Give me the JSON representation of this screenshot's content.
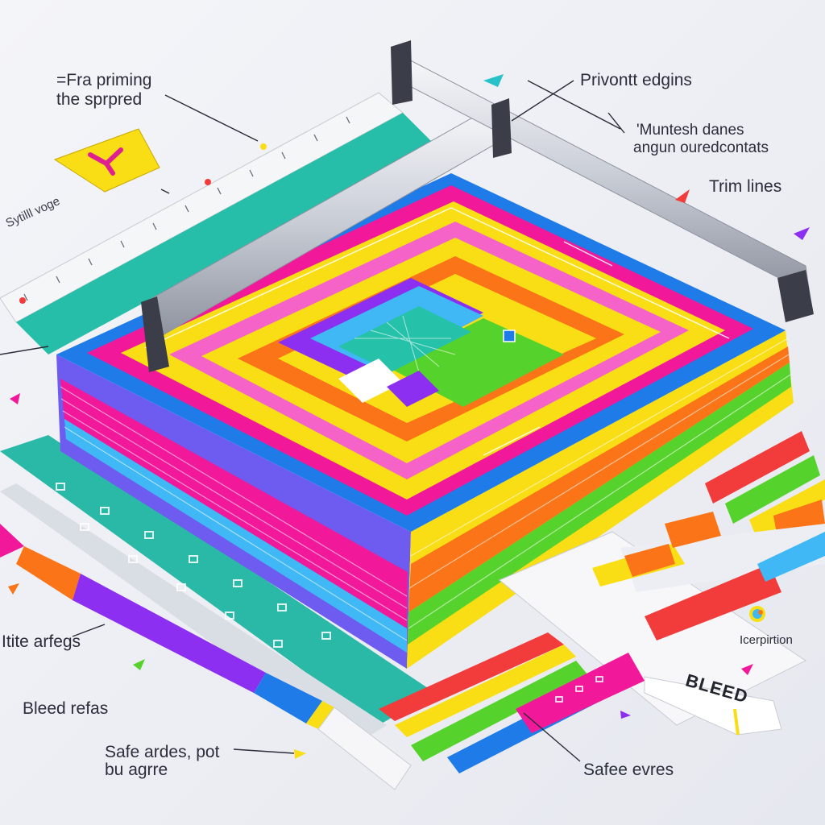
{
  "labels": {
    "top_left_line1": "=Fra priming",
    "top_left_line2": "the sprpred",
    "top_center": "Privontt edgins",
    "top_right_line1": "'Muntesh danes",
    "top_right_line2": "angun ouredcontats",
    "trim_lines": "Trim lines",
    "left_ruler_tag": "Sytilll voge",
    "left_mid": "Itite arfegs",
    "bleed_left": "Bleed refas",
    "safe_left_line1": "Safe ardes, pot",
    "safe_left_line2": "bu agrre",
    "safe_bottom": "Safee evres",
    "legend_right": "Icerpirtion",
    "bleed_badge": "BLEED"
  },
  "colors": {
    "blue": "#1f7be8",
    "magenta": "#f2189a",
    "pink": "#f562c8",
    "yellow": "#f9de16",
    "orange": "#fb7418",
    "purple": "#8c2ff0",
    "teal": "#26c1a9",
    "green": "#56d22c",
    "red": "#f23b3b",
    "cyan": "#3fb8f5",
    "rail": "#c8ccd6",
    "background": "#eef0f5"
  },
  "icons": {
    "corner_tag": "y-letter-icon",
    "legend": "circle-logo-icon",
    "arrows": "arrow-icon"
  }
}
